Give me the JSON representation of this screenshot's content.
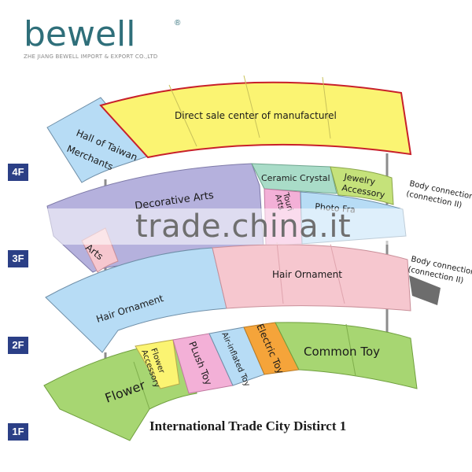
{
  "brand": {
    "logo_text": "bewell",
    "registered_mark": "®",
    "company": "ZHE JIANG BEWELL IMPORT & EXPORT CO.,LTD"
  },
  "watermark": "trade.china.it",
  "footer_title": "International  Trade City Distirct 1",
  "floors": [
    {
      "label": "4F",
      "zones": [
        "Hall of Taiwan Merchants",
        "Direct sale center of manufacturel"
      ]
    },
    {
      "label": "3F",
      "zones": [
        "Decorative Arts",
        "Arts",
        "Ceramic Crystal",
        "Jewelry Accessory",
        "Tourist Arts",
        "Photo Frame"
      ],
      "annotation": "Body connection (connection II)"
    },
    {
      "label": "2F",
      "zones": [
        "Hair Ornament",
        "Hair Ornament"
      ],
      "annotation": "Body connection (connection II)"
    },
    {
      "label": "1F",
      "zones": [
        "Flower",
        "Flower Accessory",
        "PLush Toy",
        "Air-inflated Toy",
        "Electric Toy",
        "Common Toy"
      ]
    }
  ],
  "colors": {
    "yellow": "#fbf472",
    "red_border": "#c8202a",
    "light_blue": "#b7dcf5",
    "lavender": "#b5b1dd",
    "mint": "#a9dcc8",
    "lime": "#c5e27a",
    "pink": "#f6c7cf",
    "magenta_pink": "#f3b0d7",
    "green": "#a7d672",
    "orange": "#f5a43a",
    "tag_blue": "#2b3f86"
  }
}
